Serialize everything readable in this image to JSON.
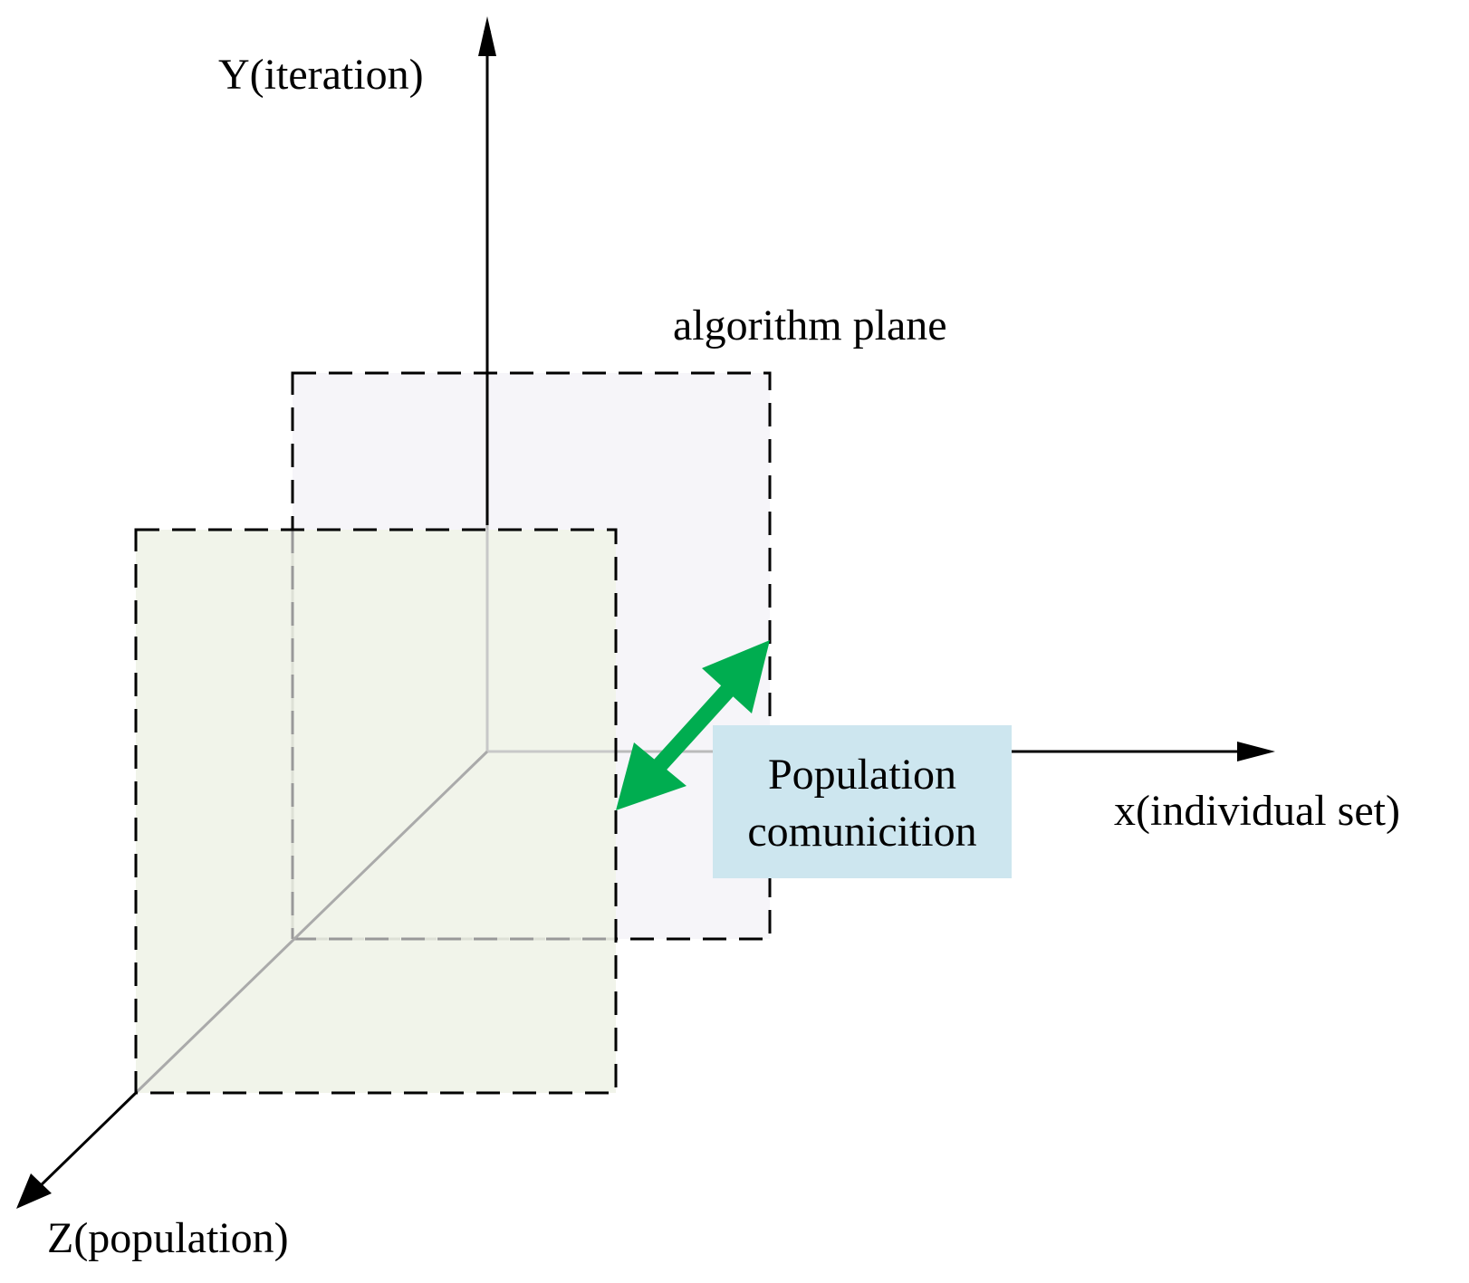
{
  "axes": {
    "y_label": "Y(iteration)",
    "x_label": "x(individual set)",
    "z_label": "Z(population)"
  },
  "planes": {
    "back_label": "algorithm plane",
    "back_fill": "#f6f5f9",
    "front_fill": "#f0f3e8"
  },
  "communication": {
    "line1": "Population",
    "line2": "comunicition",
    "box_fill": "#cde6ef",
    "arrow_color": "#00ad50"
  },
  "colors": {
    "axis": "#000000",
    "hidden_axis": "#bbbbbb"
  }
}
